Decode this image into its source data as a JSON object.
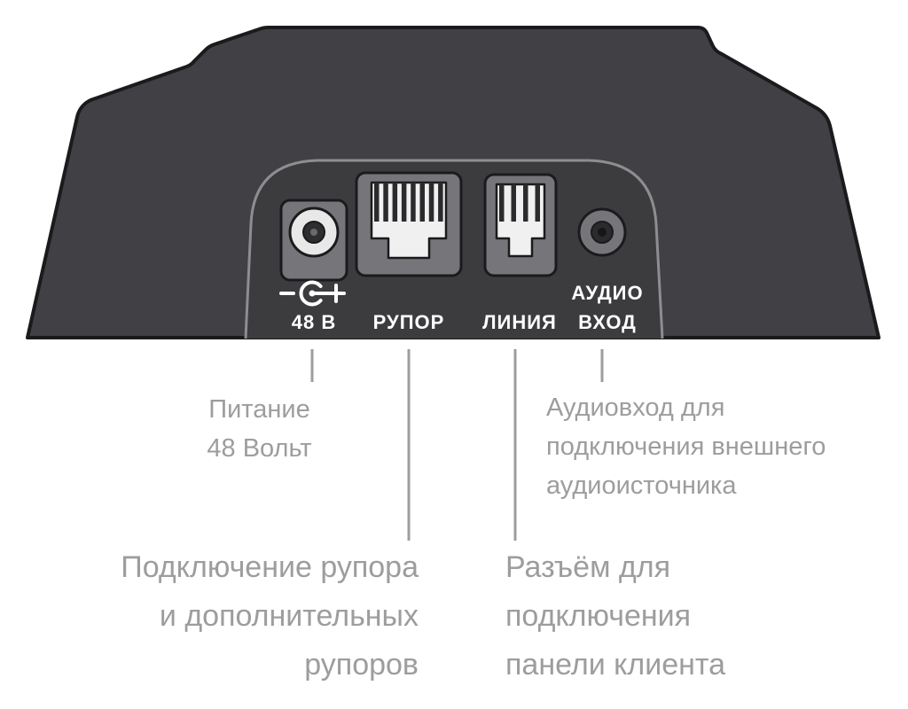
{
  "diagram_title": "device-rear-panel-connectors",
  "colors": {
    "body": "#414044",
    "panel_fill": "#3c3c3f",
    "panel_stroke": "#8e8e90",
    "outline": "#1b1b1d",
    "connector": "#76767a",
    "jack_face": "#f0f0f0",
    "pin_dark": "#2b2b2d",
    "label_white": "#ffffff",
    "annotation_gray": "#9d9d9d",
    "callout": "#9d9d9d"
  },
  "icons": {
    "dc_polarity": "dc-center-positive-polarity-icon (minus, circle with center dot, plus)",
    "dc_jack": "dc-barrel-power-jack",
    "rj45_jack": "rj45-modular-jack",
    "rj11_jack": "rj11-modular-jack",
    "audio_jack": "3.5mm-audio-input-jack"
  },
  "panel_labels": {
    "power": "48 В",
    "horn": "РУПОР",
    "line": "ЛИНИЯ",
    "audio_top": "АУДИО",
    "audio_bottom": "ВХОД"
  },
  "annotations": {
    "power": {
      "lines": [
        "Питание",
        "48 Вольт"
      ]
    },
    "audio": {
      "lines": [
        "Аудиовход для",
        "подключения внешнего",
        "аудиоисточника"
      ]
    },
    "horn": {
      "lines": [
        "Подключение рупора",
        "и дополнительных",
        "рупоров"
      ]
    },
    "client_line": {
      "lines": [
        "Разъём для",
        "подключения",
        "панели клиента"
      ]
    }
  }
}
